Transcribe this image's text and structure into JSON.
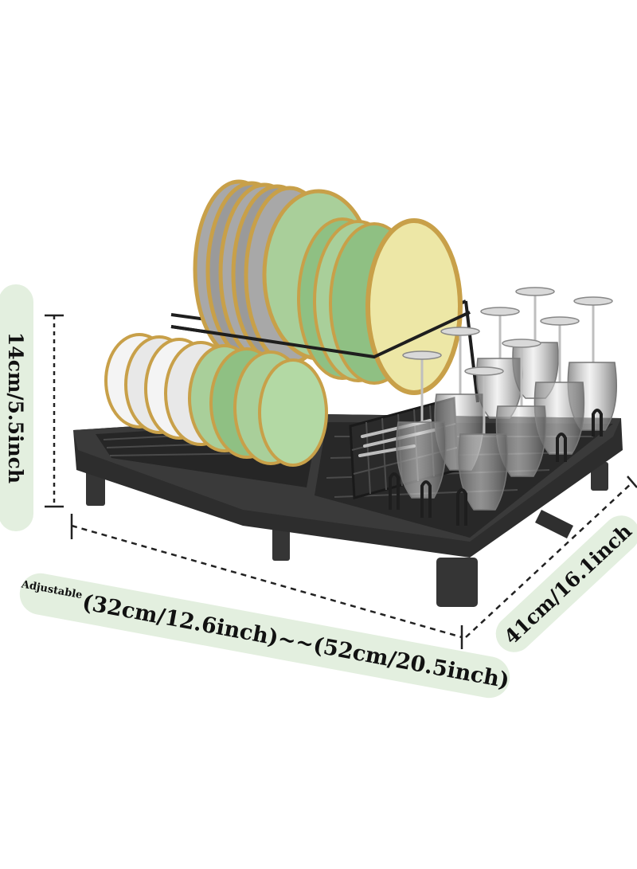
{
  "dimensions": {
    "height": "14cm/5.5inch",
    "depth": "41cm/16.1inch",
    "width_prefix": "Adjustable",
    "width_range": "(32cm/12.6inch)~~(52cm/20.5inch)"
  },
  "colors": {
    "rack": "#2b2b2b",
    "rack_light": "#3c3c3c",
    "plate_green": "#a9cf9a",
    "plate_yellow": "#ede7a6",
    "plate_white": "#f4f4f4",
    "plate_gray": "#a8a8a8",
    "gold_rim": "#c8a049",
    "pill": "#e3efdf"
  }
}
